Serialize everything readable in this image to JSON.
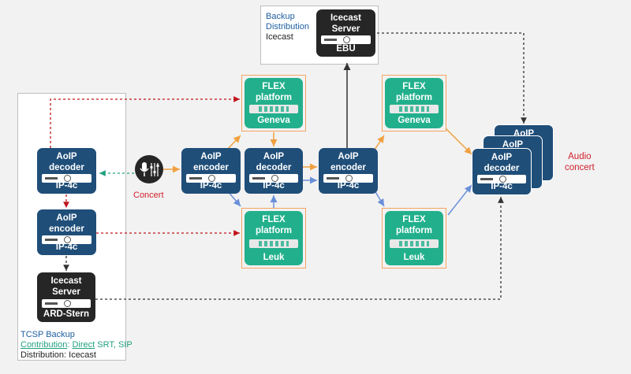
{
  "tcsp": {
    "title": "TCSP Backup",
    "contribution_label": "Contribution",
    "contribution_sep": ": ",
    "contribution_direct": "Direct",
    "contribution_protocols": " SRT, SIP",
    "distribution": "Distribution: Icecast"
  },
  "backup_dist": {
    "line1": "Backup",
    "line2": "Distribution",
    "line3": "Icecast"
  },
  "nodes": {
    "ip_decoder_left": {
      "l1": "AoIP",
      "l2": "decoder",
      "tag": "IP-4c"
    },
    "ip_encoder_left": {
      "l1": "AoIP",
      "l2": "encoder",
      "tag": "IP-4c"
    },
    "icecast_ard": {
      "l1": "Icecast",
      "l2": "Server",
      "tag": "ARD-Stern"
    },
    "encoder_1": {
      "l1": "AoIP",
      "l2": "encoder",
      "tag": "IP-4c"
    },
    "decoder_mid": {
      "l1": "AoIP",
      "l2": "decoder",
      "tag": "IP-4c"
    },
    "encoder_2": {
      "l1": "AoIP",
      "l2": "encoder",
      "tag": "IP-4c"
    },
    "flex_geneva_1": {
      "l1": "FLEX",
      "l2": "platform",
      "tag": "Geneva"
    },
    "flex_leuk_1": {
      "l1": "FLEX",
      "l2": "platform",
      "tag": "Leuk"
    },
    "flex_geneva_2": {
      "l1": "FLEX",
      "l2": "platform",
      "tag": "Geneva"
    },
    "flex_leuk_2": {
      "l1": "FLEX",
      "l2": "platform",
      "tag": "Leuk"
    },
    "icecast_ebu": {
      "l1": "Icecast",
      "l2": "Server",
      "tag": "EBU"
    },
    "decoder_stack_back": {
      "l1": "AoIP"
    },
    "decoder_stack_mid": {
      "l1": "AoIP"
    },
    "decoder_front": {
      "l1": "AoIP",
      "l2": "decoder",
      "tag": "IP-4c"
    }
  },
  "concert_label": "Concert",
  "audio_concert": {
    "line1": "Audio",
    "line2": "concert"
  },
  "colors": {
    "navy": "#1f4e79",
    "teal": "#22b08c",
    "dark": "#262626",
    "orange_arrow": "#f0a040",
    "blue_arrow": "#6a8fd8",
    "green_dotted": "#22a07f",
    "red_dotted": "#c0161c",
    "black_dotted": "#333333",
    "red_text": "#d01f2a"
  }
}
